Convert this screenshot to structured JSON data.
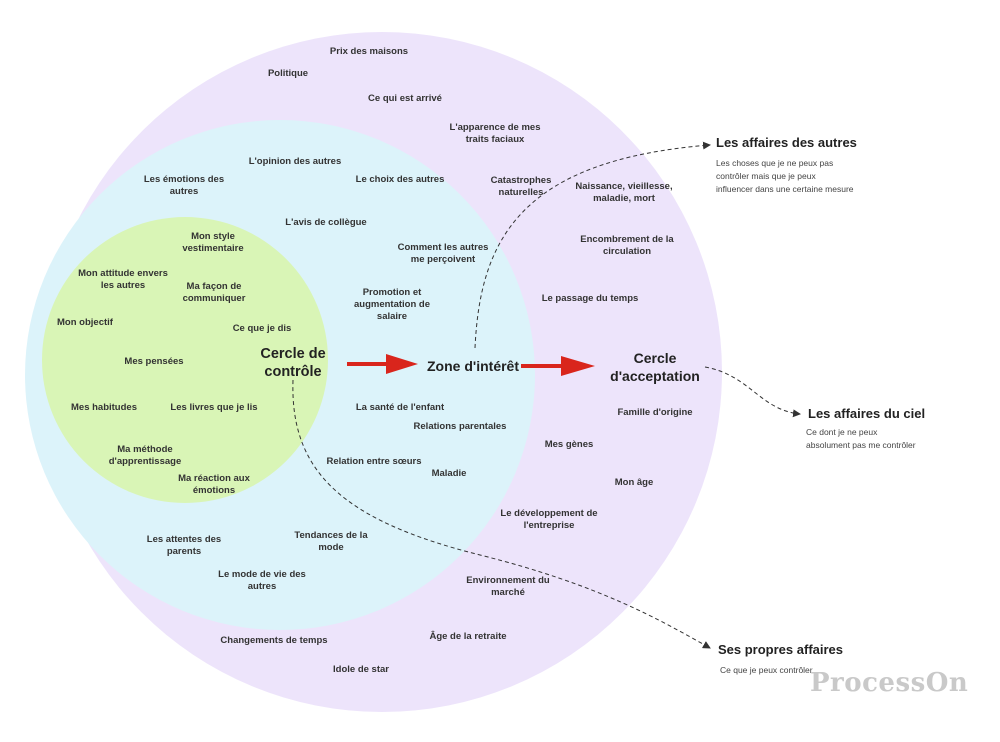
{
  "circles": {
    "control": "Cercle de\ncontrôle",
    "interest": "Zone d'intérêt",
    "acceptance": "Cercle\nd'acceptation"
  },
  "control_items": [
    "Mon style\nvestimentaire",
    "Mon attitude envers\nles autres",
    "Ma façon de\ncommuniquer",
    "Mon objectif",
    "Ce que je dis",
    "Mes pensées",
    "Mes habitudes",
    "Les livres que je lis",
    "Ma méthode\nd'apprentissage",
    "Ma réaction aux\némotions"
  ],
  "interest_items": [
    "L'opinion des autres",
    "Les émotions des\nautres",
    "Le choix des autres",
    "L'avis de collègue",
    "Comment les autres\nme perçoivent",
    "Promotion et\naugmentation de\nsalaire",
    "La santé de l'enfant",
    "Relations parentales",
    "Relation entre sœurs",
    "Maladie",
    "Les attentes des\nparents",
    "Tendances de la\nmode",
    "Le mode de vie des\nautres"
  ],
  "acceptance_items": [
    "Prix des maisons",
    "Politique",
    "Ce qui est arrivé",
    "L'apparence de mes\ntraits faciaux",
    "Catastrophes\nnaturelles",
    "Naissance, vieillesse,\nmaladie, mort",
    "Encombrement de la\ncirculation",
    "Le passage du temps",
    "Famille d'origine",
    "Mes gènes",
    "Mon âge",
    "Le développement de\nl'entreprise",
    "Environnement du\nmarché",
    "Âge de la retraite",
    "Changements de temps",
    "Idole de star"
  ],
  "side_notes": {
    "others": {
      "title": "Les affaires des autres",
      "desc": "Les choses que je ne peux pas\ncontrôler mais que je peux\ninfluencer dans une certaine mesure"
    },
    "heaven": {
      "title": "Les affaires du ciel",
      "desc": "Ce dont je ne peux\nabsolument pas me contrôler"
    },
    "own": {
      "title": "Ses propres affaires",
      "desc": "Ce que je peux contrôler"
    }
  },
  "watermark": "ProcessOn",
  "colors": {
    "outer_circle": "#ede4fb",
    "middle_circle": "#dcf3fa",
    "inner_circle": "#d9f5b6",
    "arrow": "#d9251c",
    "connector": "#333333"
  }
}
